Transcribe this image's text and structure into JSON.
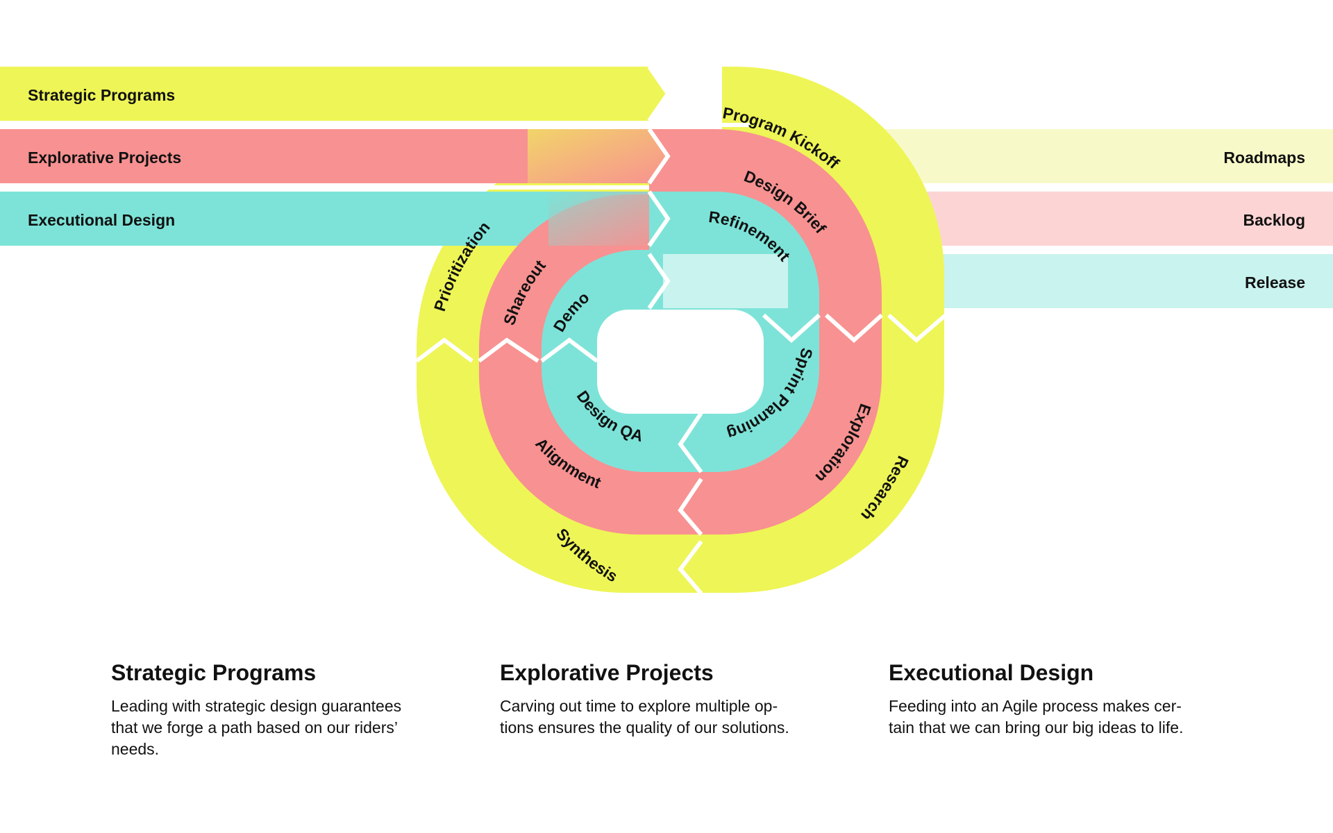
{
  "colors": {
    "yellow": "#eef556",
    "red": "#f89191",
    "teal": "#7de3d8",
    "yellow_light": "#f7fac8",
    "red_light": "#fdd4d4",
    "teal_light": "#c9f3ee"
  },
  "tracks": {
    "left": [
      "Strategic Programs",
      "Explorative Projects",
      "Executional Design"
    ],
    "right": [
      "Roadmaps",
      "Backlog",
      "Release"
    ]
  },
  "rings": {
    "outer": [
      "Program Kickoff",
      "Research",
      "Synthesis",
      "Prioritization"
    ],
    "middle": [
      "Design Brief",
      "Exploration",
      "Alignment",
      "Shareout"
    ],
    "inner": [
      "Refinement",
      "Sprint Planning",
      "Design QA",
      "Demo"
    ]
  },
  "descriptions": [
    {
      "title": "Strategic Programs",
      "text": "Leading with strategic design guarantees\nthat we forge a path based on our riders’\nneeds."
    },
    {
      "title": "Explorative Projects",
      "text": "Carving out time to explore multiple op-\ntions ensures the quality of our solutions."
    },
    {
      "title": "Executional Design",
      "text": "Feeding into an Agile process makes cer-\ntain that we can bring our big ideas to life."
    }
  ]
}
